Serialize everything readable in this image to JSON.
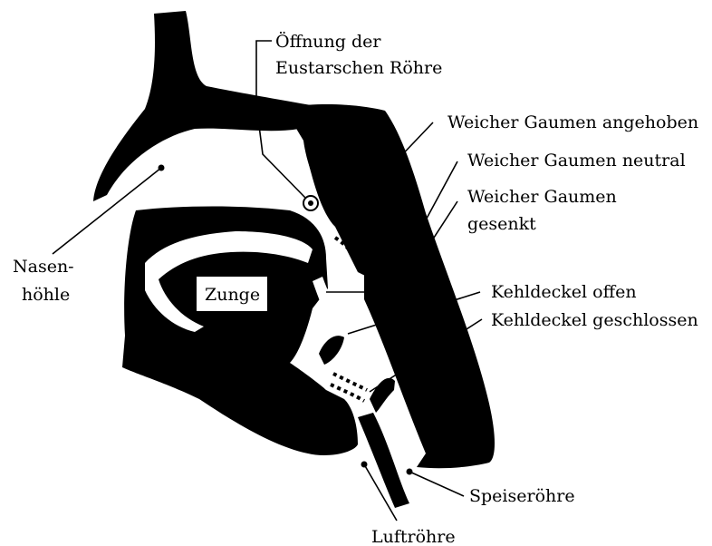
{
  "colors": {
    "ink": "#000000",
    "paper": "#ffffff"
  },
  "labels": {
    "eustachian_1": "Öffnung der",
    "eustachian_2": "Eustarschen Röhre",
    "soft_palate_raised": "Weicher Gaumen angehoben",
    "soft_palate_neutral": "Weicher Gaumen neutral",
    "soft_palate_lowered_1": "Weicher Gaumen",
    "soft_palate_lowered_2": "gesenkt",
    "epiglottis_open": "Kehldeckel offen",
    "epiglottis_closed": "Kehldeckel geschlossen",
    "nasal_cavity_1": "Nasen-",
    "nasal_cavity_2": "höhle",
    "tongue": "Zunge",
    "esophagus": "Speiseröhre",
    "trachea": "Luftröhre"
  }
}
